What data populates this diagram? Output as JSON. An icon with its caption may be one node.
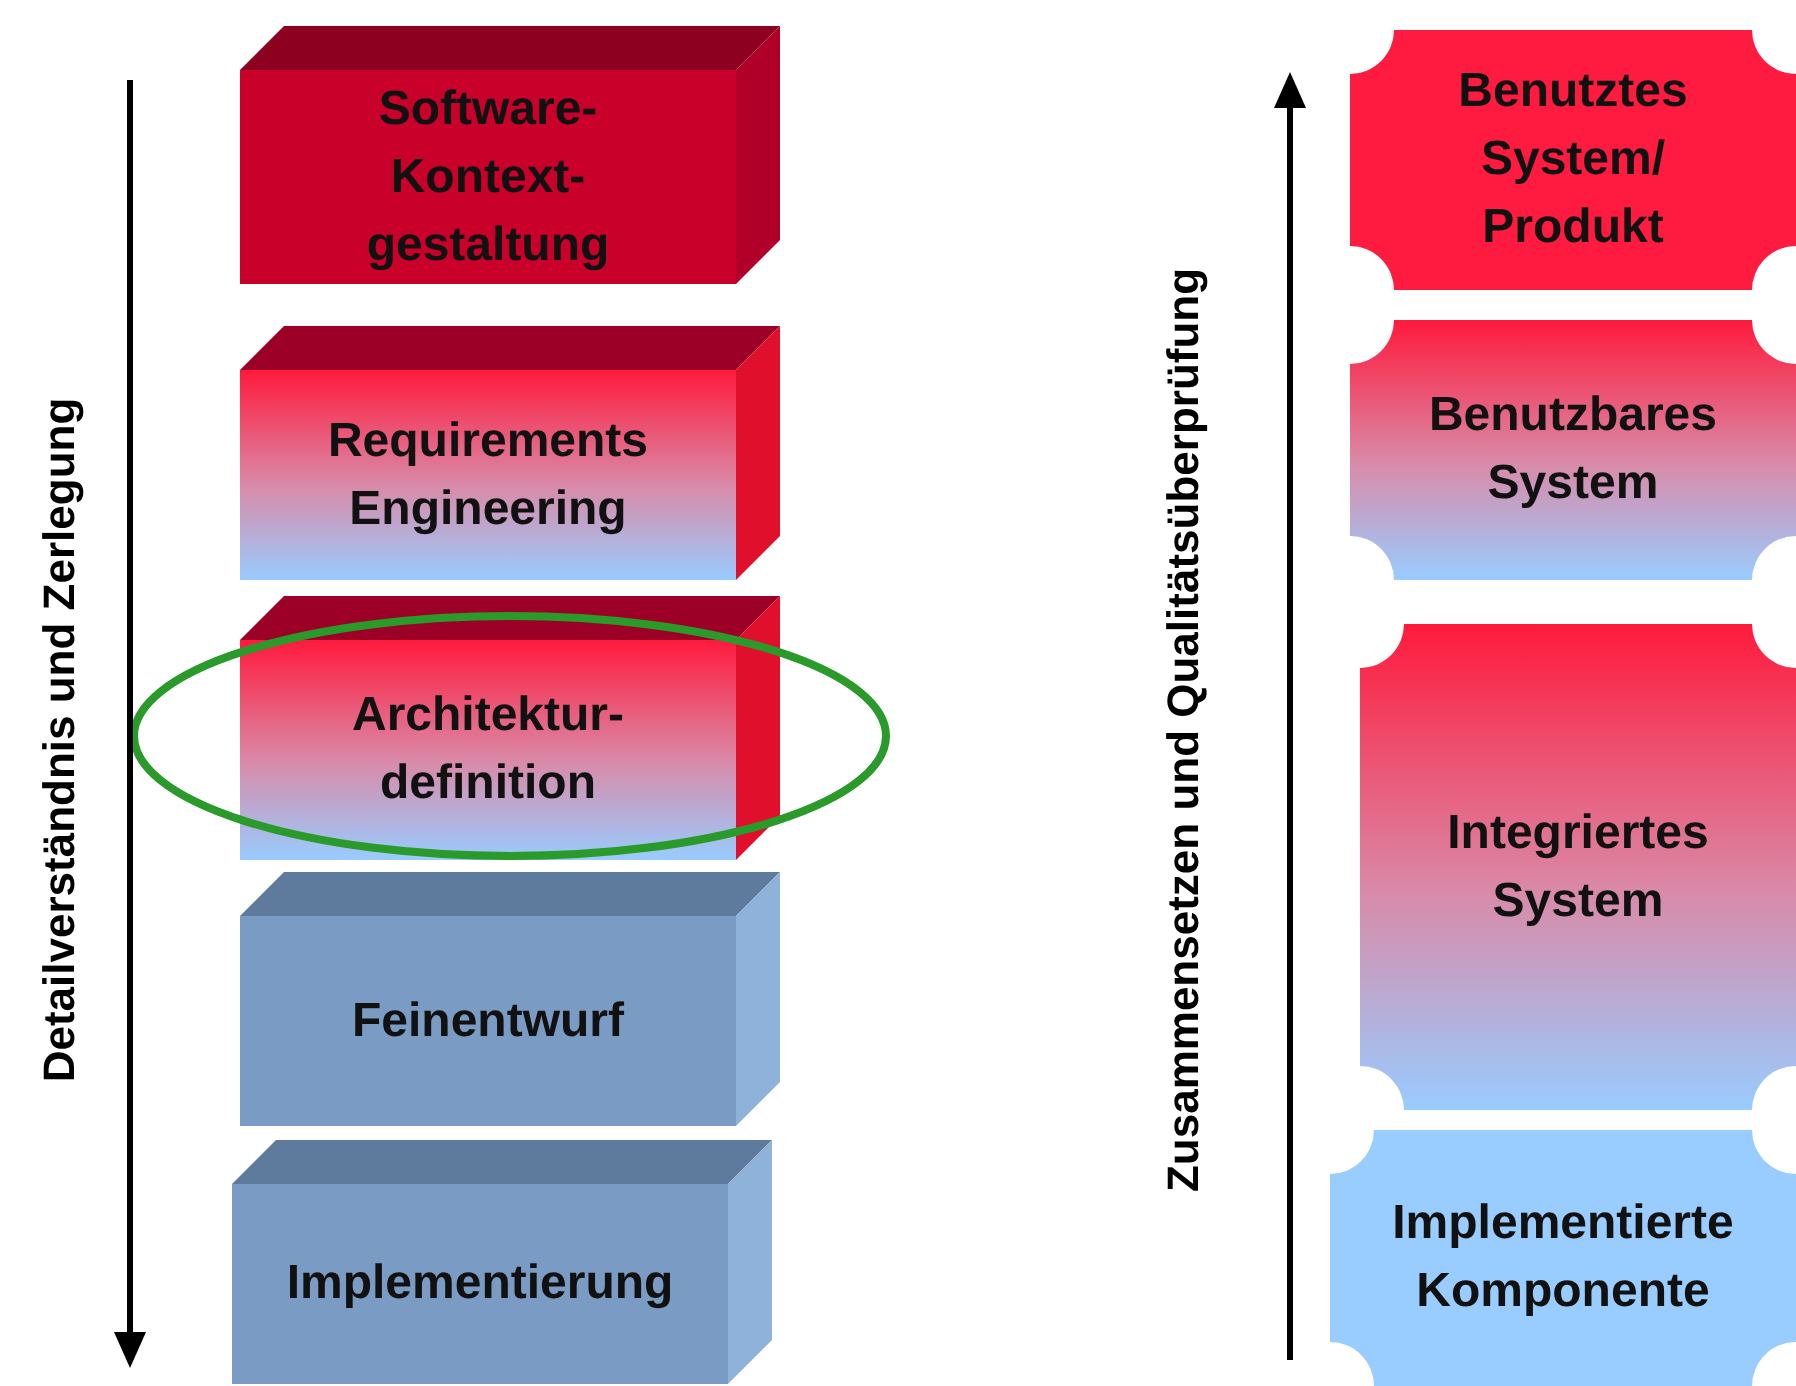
{
  "diagram": {
    "nodes": [
      {
        "text": [
          "Software- Kontext- gestaltung"
        ]
      },
      {
        "text": [
          "Requirements Engineering"
        ]
      },
      {
        "text": [
          "Architektur- definition"
        ]
      },
      {
        "text": [
          "Feinentwurf"
        ]
      },
      {
        "text": [
          "Implementierung"
        ]
      },
      {
        "text": [
          "Benutztes System/ Produkt"
        ]
      },
      {
        "text": [
          "Benutzbares System"
        ]
      },
      {
        "text": [
          "Integriertes System"
        ]
      },
      {
        "text": [
          "Implementierte Komponente"
        ]
      }
    ],
    "edges": [],
    "labels": [
      "Detailverständnis und Zerlegung",
      "Zusammensetzen und Qualitätsüberprüfung"
    ]
  }
}
